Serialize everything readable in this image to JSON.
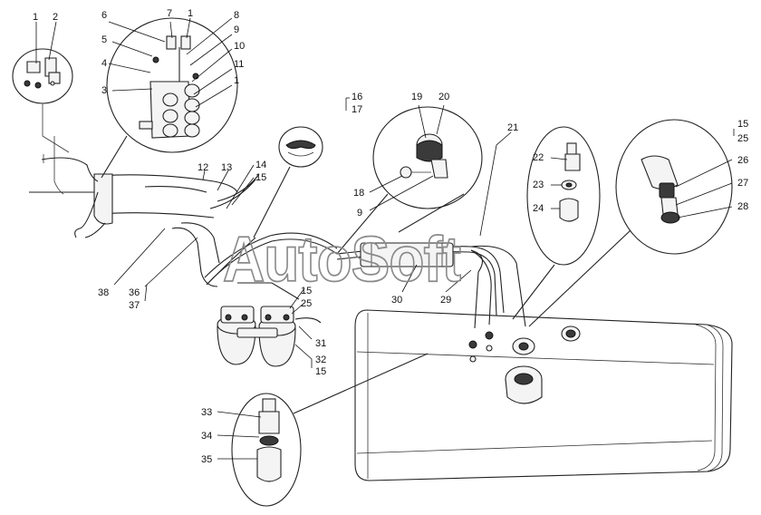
{
  "watermark": "AutoSoft",
  "callouts": [
    "1",
    "2",
    "6",
    "7",
    "1",
    "8",
    "9",
    "10",
    "11",
    "1",
    "5",
    "4",
    "3",
    "16",
    "17",
    "19",
    "20",
    "21",
    "15",
    "25",
    "22",
    "26",
    "23",
    "27",
    "24",
    "28",
    "18",
    "9",
    "12",
    "13",
    "14",
    "15",
    "38",
    "36",
    "37",
    "30",
    "29",
    "15",
    "25",
    "31",
    "32",
    "15",
    "33",
    "34",
    "35"
  ]
}
